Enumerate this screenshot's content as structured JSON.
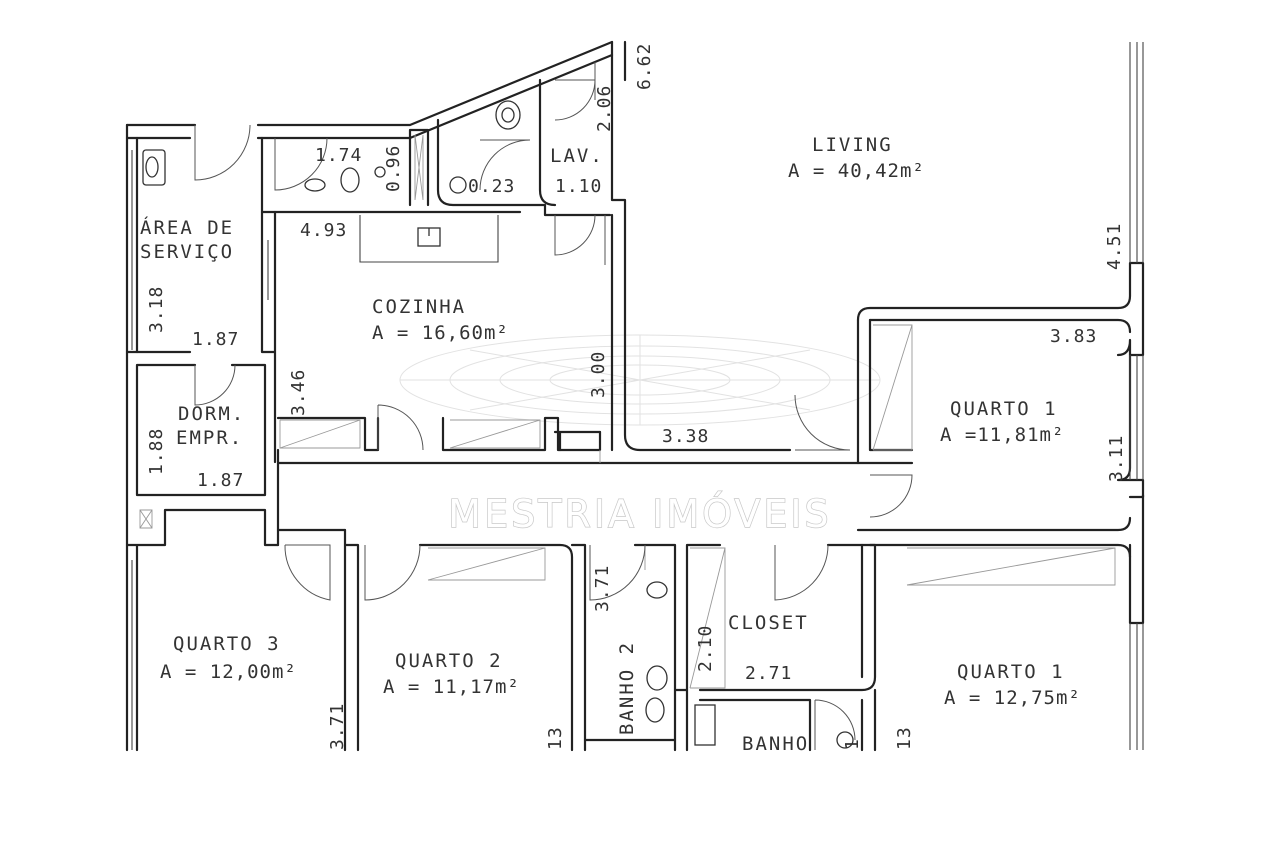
{
  "rooms": {
    "living": {
      "name": "LIVING",
      "area": "A = 40,42m²"
    },
    "lav": {
      "name": "LAV."
    },
    "area_servico": {
      "line1": "ÁREA DE",
      "line2": "SERVIÇO"
    },
    "cozinha": {
      "name": "COZINHA",
      "area": "A = 16,60m²"
    },
    "dorm_empr": {
      "line1": "DORM.",
      "line2": "EMPR."
    },
    "quarto1_top": {
      "name": "QUARTO 1",
      "area": "A =11,81m²"
    },
    "quarto3": {
      "name": "QUARTO 3",
      "area": "A = 12,00m²"
    },
    "quarto2": {
      "name": "QUARTO 2",
      "area": "A = 11,17m²"
    },
    "banho2": {
      "name": "BANHO 2"
    },
    "closet": {
      "name": "CLOSET"
    },
    "quarto1_bottom": {
      "name": "QUARTO 1",
      "area": "A = 12,75m²"
    },
    "banho": {
      "name": "BANHO"
    }
  },
  "dimensions": {
    "d_662": "6.62",
    "d_206": "2.06",
    "d_174": "1.74",
    "d_096": "0.96",
    "d_023": "0.23",
    "d_110": "1.10",
    "d_493": "4.93",
    "d_318": "3.18",
    "d_187a": "1.87",
    "d_346": "3.46",
    "d_300": "3.00",
    "d_338": "3.38",
    "d_188": "1.88",
    "d_187b": "1.87",
    "d_451": "4.51",
    "d_383": "3.83",
    "d_311": "3.11",
    "d_371a": "3.71",
    "d_210": "2.10",
    "d_271": "2.71",
    "d_371b": "3.71",
    "d_13a": "13",
    "d_13b": "13",
    "d_1": "1"
  },
  "watermark": {
    "text": "MESTRIA IMÓVEIS"
  }
}
